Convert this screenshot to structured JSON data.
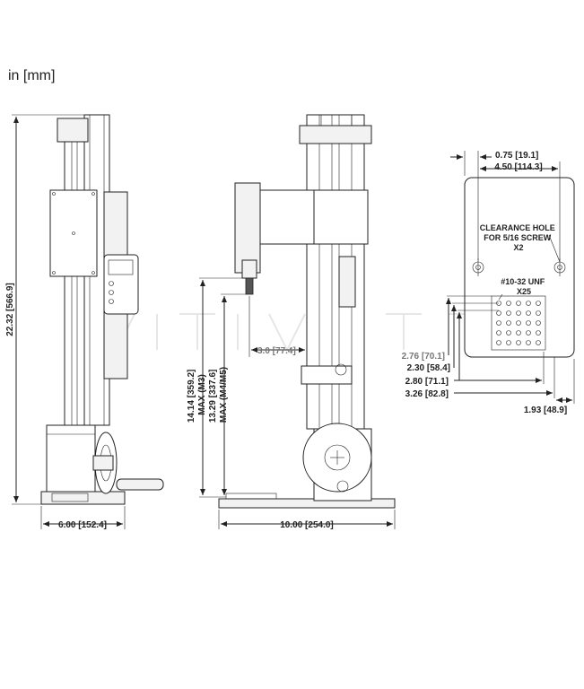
{
  "units_label": "in [mm]",
  "dimensions": {
    "height_total": "22.32 [566.9]",
    "side_base_width": "6.00 [152.4]",
    "front_base_width": "10.00 [254.0]",
    "travel_m3": "14.14 [359.2]",
    "travel_m3_suffix": "MAX (M3)",
    "travel_m4m5": "13.29 [337.6]",
    "travel_m4m5_suffix": "MAX (M4/M5)",
    "throat_depth": "3.0 [77.4]",
    "plate_top_offset": "0.75 [19.1]",
    "plate_hole_span": "4.50 [114.3]",
    "plate_d1": "2.76 [70.1]",
    "plate_d2": "2.30 [58.4]",
    "plate_d3": "2.80 [71.1]",
    "plate_d4": "3.26 [82.8]",
    "plate_right": "1.93 [48.9]"
  },
  "notes": {
    "clearance_line1": "CLEARANCE HOLE",
    "clearance_line2": "FOR 5/16 SCREW",
    "clearance_line3": "X2",
    "thread_line1": "#10-32 UNF",
    "thread_line2": "X25"
  }
}
